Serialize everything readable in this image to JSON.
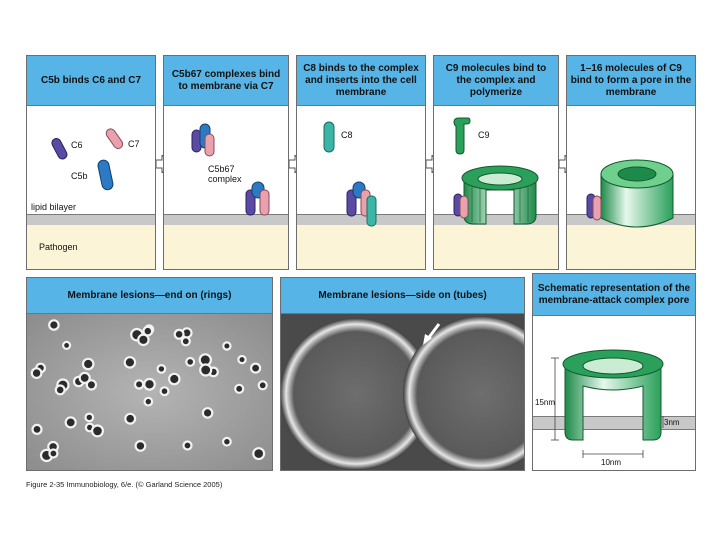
{
  "panels": [
    {
      "title": "C5b binds C6 and C7"
    },
    {
      "title": "C5b67 complexes bind to membrane via C7"
    },
    {
      "title": "C8 binds to the complex and inserts into the cell membrane"
    },
    {
      "title": "C9 molecules bind to the complex and polymerize"
    },
    {
      "title": "1–16 molecules of C9 bind to form a pore in the membrane"
    }
  ],
  "labels": {
    "c6": "C6",
    "c7": "C7",
    "c5b": "C5b",
    "lipid": "lipid bilayer",
    "pathogen": "Pathogen",
    "complex_line1": "C5b67",
    "complex_line2": "complex",
    "c8": "C8",
    "c9": "C9"
  },
  "bottom": {
    "end_on": "Membrane lesions—end on (rings)",
    "side_on": "Membrane lesions—side on (tubes)",
    "schematic": "Schematic representation of the membrane-attack complex pore"
  },
  "dimensions": {
    "height": "15nm",
    "depth": "3nm",
    "width": "10nm"
  },
  "caption": "Figure 2-35 Immunobiology, 6/e. (© Garland Science 2005)",
  "colors": {
    "c6": "#5b4aa3",
    "c7": "#e8a1ad",
    "c5b": "#2c7ac4",
    "c8": "#3bb5a5",
    "c9": "#2aa05a",
    "header": "#56b4e6",
    "membrane": "#c8c8c8",
    "pathogen": "#fbf4d6"
  }
}
